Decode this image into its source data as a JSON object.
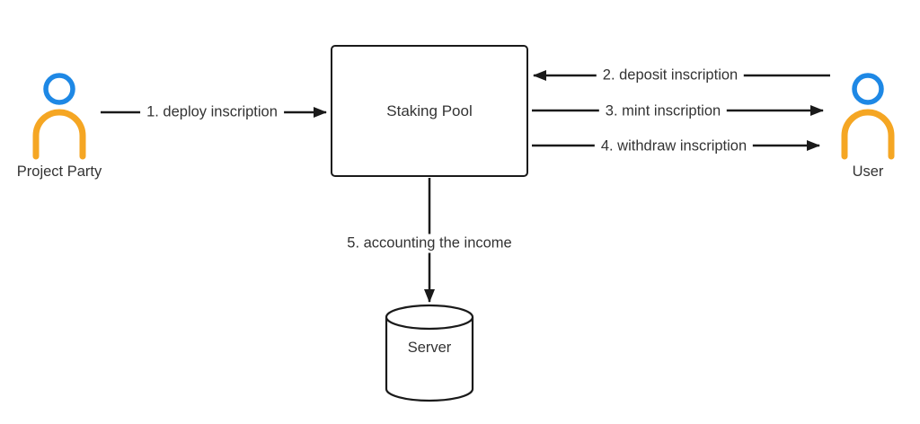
{
  "diagram": {
    "nodes": {
      "staking_pool": {
        "label": "Staking Pool"
      },
      "server": {
        "label": "Server"
      },
      "project_party": {
        "label": "Project Party"
      },
      "user": {
        "label": "User"
      }
    },
    "arrows": [
      {
        "label": "1. deploy inscription"
      },
      {
        "label": "2. deposit inscription"
      },
      {
        "label": "3. mint inscription"
      },
      {
        "label": "4. withdraw inscription"
      },
      {
        "label": "5. accounting the income"
      }
    ],
    "colors": {
      "person_head": "#1E88E5",
      "person_body": "#F5A623",
      "line": "#1a1a1a",
      "text": "#333333",
      "background": "#ffffff"
    }
  }
}
